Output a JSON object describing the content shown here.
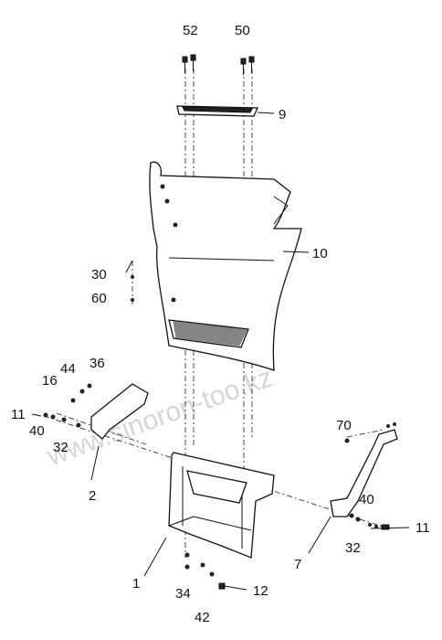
{
  "watermark": "www.sinoron-too.kz",
  "callouts": [
    {
      "id": "c52",
      "text": "52"
    },
    {
      "id": "c50",
      "text": "50"
    },
    {
      "id": "c9",
      "text": "9"
    },
    {
      "id": "c10",
      "text": "10"
    },
    {
      "id": "c30",
      "text": "30"
    },
    {
      "id": "c60",
      "text": "60"
    },
    {
      "id": "c44",
      "text": "44"
    },
    {
      "id": "c36",
      "text": "36"
    },
    {
      "id": "c16",
      "text": "16"
    },
    {
      "id": "c11a",
      "text": "11"
    },
    {
      "id": "c40a",
      "text": "40"
    },
    {
      "id": "c32a",
      "text": "32"
    },
    {
      "id": "c2",
      "text": "2"
    },
    {
      "id": "c70",
      "text": "70"
    },
    {
      "id": "c40b",
      "text": "40"
    },
    {
      "id": "c11b",
      "text": "11"
    },
    {
      "id": "c32b",
      "text": "32"
    },
    {
      "id": "c7",
      "text": "7"
    },
    {
      "id": "c1",
      "text": "1"
    },
    {
      "id": "c34",
      "text": "34"
    },
    {
      "id": "c12",
      "text": "12"
    },
    {
      "id": "c42",
      "text": "42"
    }
  ]
}
